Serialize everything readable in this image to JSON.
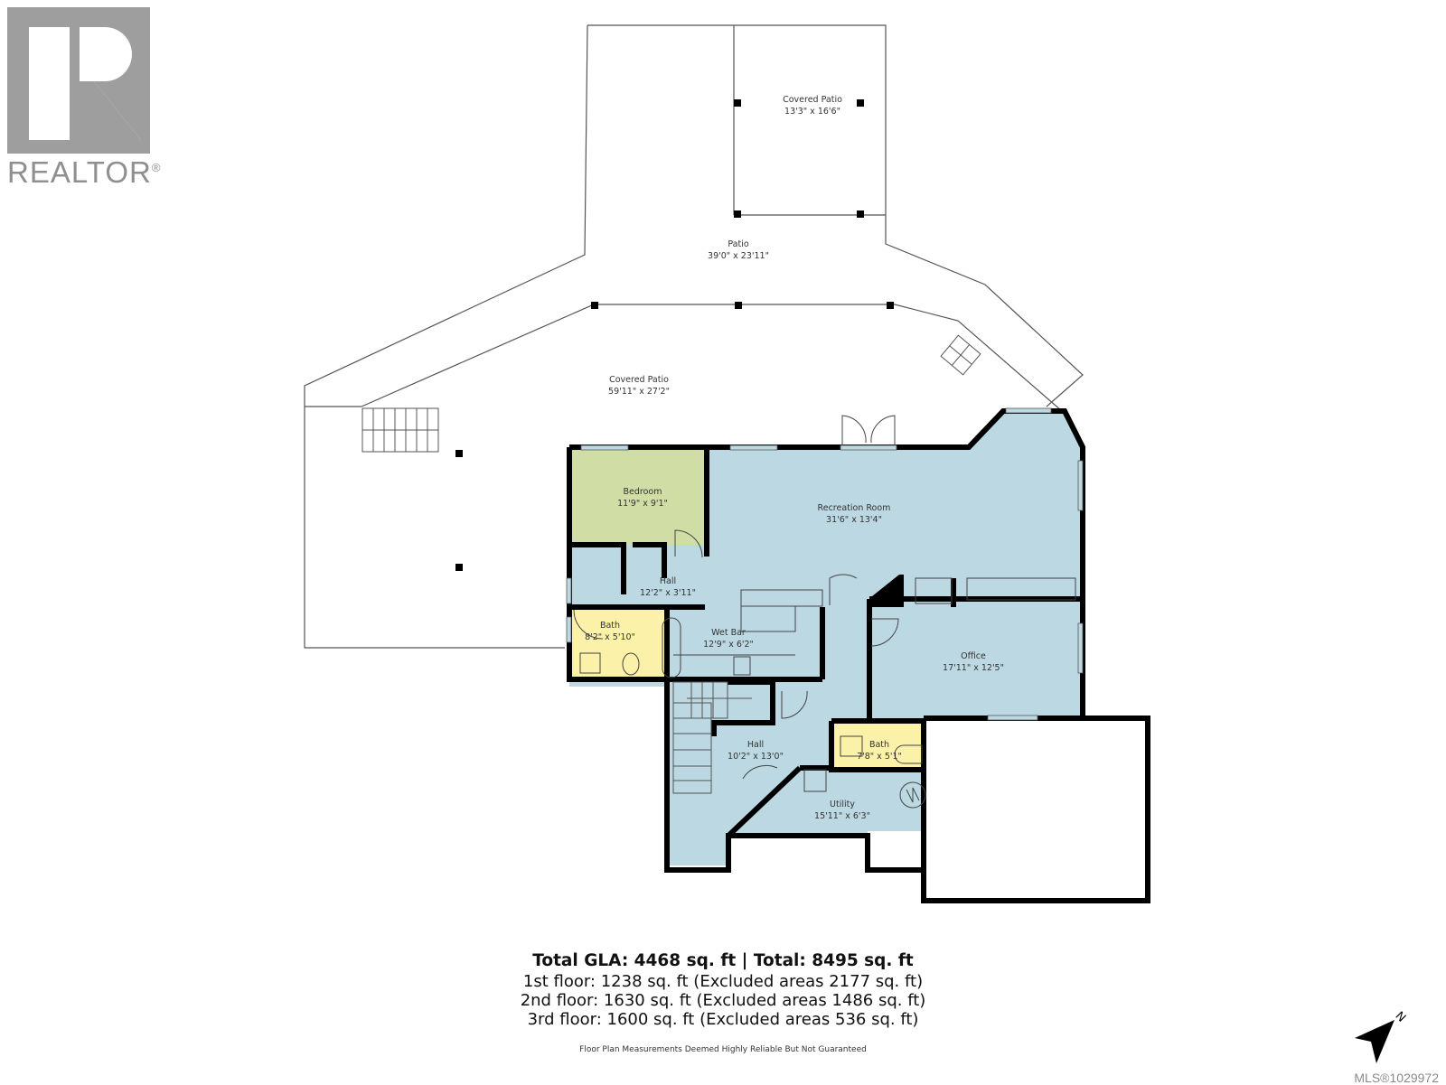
{
  "logo": {
    "brand": "REALTOR",
    "registered_mark": "®"
  },
  "colors": {
    "room_blue": "#bcd8e2",
    "bedroom_green": "#d0dea6",
    "bath_yellow": "#fbf1a8",
    "wall": "#000000",
    "outline": "#555555",
    "logo_gray": "#9e9e9e"
  },
  "rooms": [
    {
      "id": "covered-patio-small",
      "name": "Covered Patio",
      "dims": "13'3\" x 16'6\""
    },
    {
      "id": "patio",
      "name": "Patio",
      "dims": "39'0\" x 23'11\""
    },
    {
      "id": "covered-patio-large",
      "name": "Covered Patio",
      "dims": "59'11\" x 27'2\""
    },
    {
      "id": "bedroom",
      "name": "Bedroom",
      "dims": "11'9\" x 9'1\""
    },
    {
      "id": "recreation-room",
      "name": "Recreation Room",
      "dims": "31'6\" x 13'4\""
    },
    {
      "id": "hall-upper",
      "name": "Hall",
      "dims": "12'2\" x 3'11\""
    },
    {
      "id": "bath-1",
      "name": "Bath",
      "dims": "8'2\" x 5'10\""
    },
    {
      "id": "wet-bar",
      "name": "Wet Bar",
      "dims": "12'9\" x 6'2\""
    },
    {
      "id": "office",
      "name": "Office",
      "dims": "17'11\" x 12'5\""
    },
    {
      "id": "hall-lower",
      "name": "Hall",
      "dims": "10'2\" x 13'0\""
    },
    {
      "id": "bath-2",
      "name": "Bath",
      "dims": "7'8\" x 5'1\""
    },
    {
      "id": "utility",
      "name": "Utility",
      "dims": "15'11\" x 6'3\""
    }
  ],
  "summary": {
    "total_line": "Total GLA: 4468 sq. ft | Total: 8495 sq. ft",
    "floors": [
      "1st floor: 1238 sq. ft (Excluded areas 2177 sq. ft)",
      "2nd floor: 1630 sq. ft (Excluded areas 1486 sq. ft)",
      "3rd floor: 1600 sq. ft (Excluded areas 536 sq. ft)"
    ]
  },
  "disclaimer": "Floor Plan Measurements Deemed Highly Reliable But Not Guaranteed",
  "compass": {
    "label": "N",
    "icon": "north-arrow-icon"
  },
  "mls": "MLS®1029972"
}
